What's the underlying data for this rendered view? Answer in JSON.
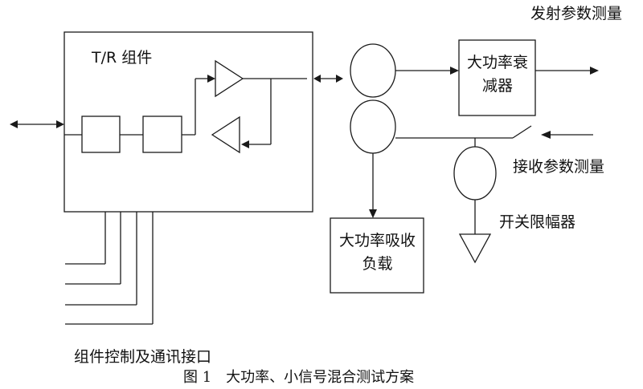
{
  "labels": {
    "tr_module": "T/R 组件",
    "tx_measure": "发射参数测量",
    "high_power_attenuator": "大功率衰减器",
    "rx_measure": "接收参数测量",
    "switch_limiter": "开关限幅器",
    "high_power_load": "大功率吸收负载",
    "control_interface": "组件控制及通讯接口",
    "figure_caption": "图 1　大功率、小信号混合测试方案"
  }
}
